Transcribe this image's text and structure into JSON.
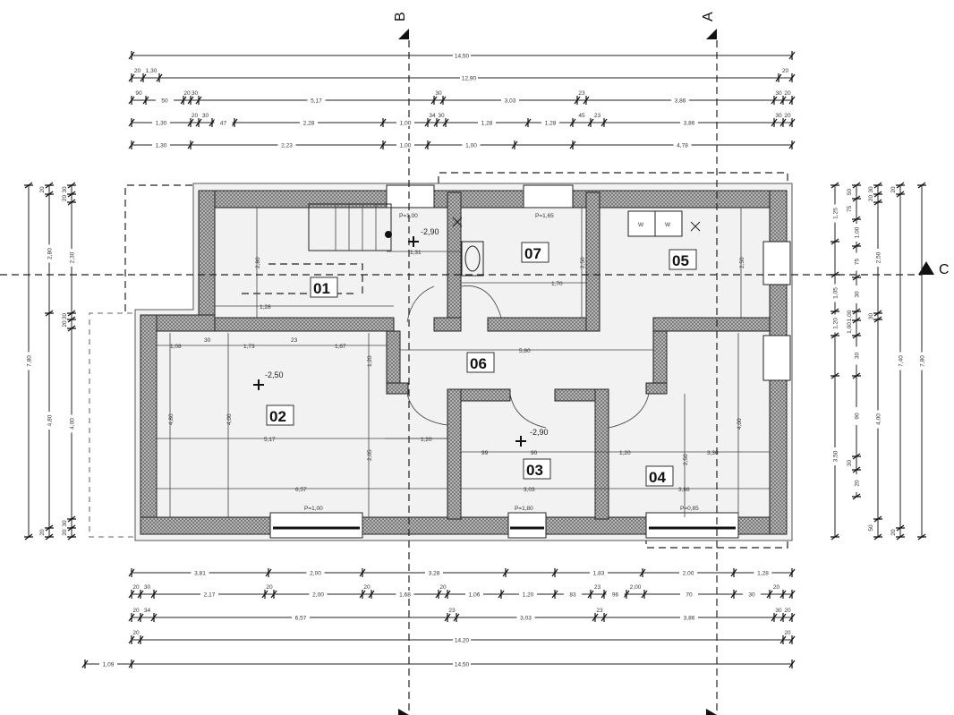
{
  "sections": {
    "a": "A",
    "b": "B",
    "c": "C"
  },
  "rooms": {
    "r01": "01",
    "r02": "02",
    "r03": "03",
    "r04": "04",
    "r05": "05",
    "r06": "06",
    "r07": "07"
  },
  "levels": {
    "room02": "-2,50",
    "room07": "-2,90",
    "room03": "-2,90"
  },
  "windows": {
    "top1": "P=1,00",
    "top2": "P=1,65",
    "bottom1": "P=1,00",
    "bottom2": "P=1,80",
    "bottom3": "P=0,85"
  },
  "appliances": {
    "w1": "W",
    "w2": "W"
  },
  "dims_top": [
    [
      "14,50"
    ],
    [
      "20",
      "1,30",
      "12,90",
      "20"
    ],
    [
      "90",
      "50",
      "20",
      "30",
      "5,17",
      "30",
      "3,03",
      "23",
      "3,86",
      "30",
      "20"
    ],
    [
      "1,30",
      "20",
      "30",
      "47",
      "2,28",
      "1,00",
      "34",
      "30",
      "1,28",
      "1,28",
      "45",
      "23",
      "3,86",
      "30",
      "20"
    ],
    [
      "1,30",
      "2,23",
      "1,00",
      "1,00",
      "4,78"
    ]
  ],
  "dims_bottom": [
    [
      "3,81",
      "2,00",
      "3,28",
      "1,83",
      "2,00",
      "1,28"
    ],
    [
      "20",
      "30",
      "2,17",
      "20",
      "2,00",
      "20",
      "1,68",
      "20",
      "1,06",
      "1,20",
      "83",
      "23",
      "96",
      "2,00",
      "70",
      "30",
      "20"
    ],
    [
      "20",
      "34",
      "6,57",
      "23",
      "3,03",
      "23",
      "3,86",
      "30",
      "20"
    ],
    [
      "20",
      "14,20",
      "20"
    ],
    [
      "1,09",
      "14,50"
    ]
  ],
  "dims_left": [
    [
      "7,80"
    ],
    [
      "20",
      "2,80",
      "4,80",
      "20"
    ],
    [
      "30",
      "20",
      "2,30",
      "30",
      "20",
      "4,00",
      "30",
      "20"
    ]
  ],
  "dims_right": [
    [
      "1,25",
      "1,05",
      "1,20",
      "3,50"
    ],
    [
      "50",
      "75",
      "1,00",
      "75",
      "30",
      "1,00",
      "1,00",
      "30",
      "90",
      "30",
      "20"
    ],
    [
      "30",
      "20",
      "2,50",
      "30",
      "4,00",
      "50"
    ],
    [
      "20",
      "7,40",
      "20"
    ],
    [
      "7,80"
    ]
  ],
  "interior_dims": {
    "r02_a": "1,08",
    "r02_b": "30",
    "r02_c": "1,73",
    "r02_d": "23",
    "r02_e": "1,67",
    "r02_w": "5,17",
    "r02_w2": "6,57",
    "r02_h": "4,80",
    "r02_h2": "4,00",
    "r02_h3": "1,20",
    "r02_h4": "2,05",
    "r01_w": "1,28",
    "r01_h": "2,80",
    "r07_a": "1,31",
    "r07_b": "1,70",
    "r07_h": "2,50",
    "r06_w": "5,80",
    "r06_d": "1,20",
    "r03_w": "3,03",
    "r03_a": "99",
    "r03_b": "90",
    "r04_a": "1,20",
    "r04_b": "3,30",
    "r04_w": "3,86",
    "r04_h": "4,00",
    "r04_h2": "2,50",
    "r05_h": "2,50"
  }
}
